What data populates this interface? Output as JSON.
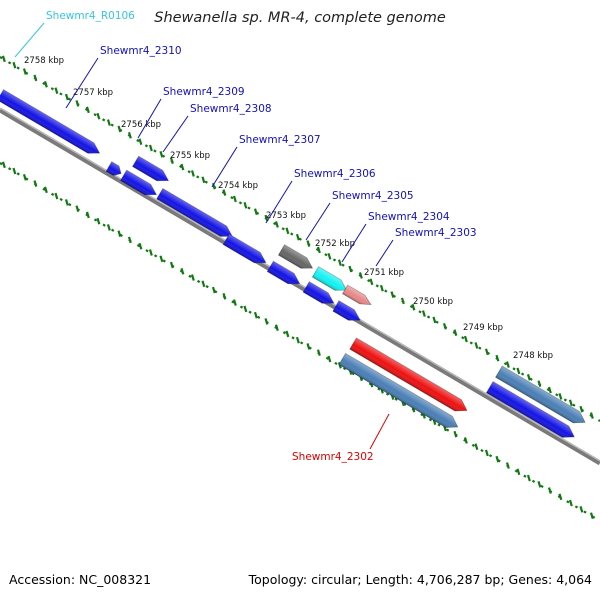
{
  "title": "Shewanella sp. MR-4, complete genome",
  "footer": {
    "accession": "Accession: NC_008321",
    "topology": "Topology: circular; Length: 4,706,287 bp; Genes: 4,064"
  },
  "colors": {
    "gene_blue": "#1414e6",
    "gene_steel": "#4a7fb5",
    "gene_gray": "#666666",
    "gene_cyan": "#13f2f2",
    "gene_pink": "#e88888",
    "gene_red": "#ee1111",
    "rna_label": "#35c6e3",
    "label_blue": "#1212b8",
    "label_red": "#dd0000",
    "backbone": "#808080",
    "tick_green": "#127812"
  },
  "ruler": {
    "ticks": [
      {
        "label": "2758 kbp"
      },
      {
        "label": "2757 kbp"
      },
      {
        "label": "2756 kbp"
      },
      {
        "label": "2755 kbp"
      },
      {
        "label": "2754 kbp"
      },
      {
        "label": "2753 kbp"
      },
      {
        "label": "2752 kbp"
      },
      {
        "label": "2751 kbp"
      },
      {
        "label": "2750 kbp"
      },
      {
        "label": "2749 kbp"
      },
      {
        "label": "2748 kbp"
      }
    ]
  },
  "gene_labels": [
    {
      "text": "Shewmr4_R0106",
      "color_key": "rna_label"
    },
    {
      "text": "Shewmr4_2310",
      "color_key": "label_blue"
    },
    {
      "text": "Shewmr4_2309",
      "color_key": "label_blue"
    },
    {
      "text": "Shewmr4_2308",
      "color_key": "label_blue"
    },
    {
      "text": "Shewmr4_2307",
      "color_key": "label_blue"
    },
    {
      "text": "Shewmr4_2306",
      "color_key": "label_blue"
    },
    {
      "text": "Shewmr4_2305",
      "color_key": "label_blue"
    },
    {
      "text": "Shewmr4_2304",
      "color_key": "label_blue"
    },
    {
      "text": "Shewmr4_2303",
      "color_key": "label_blue"
    },
    {
      "text": "Shewmr4_2302",
      "color_key": "label_red"
    }
  ]
}
